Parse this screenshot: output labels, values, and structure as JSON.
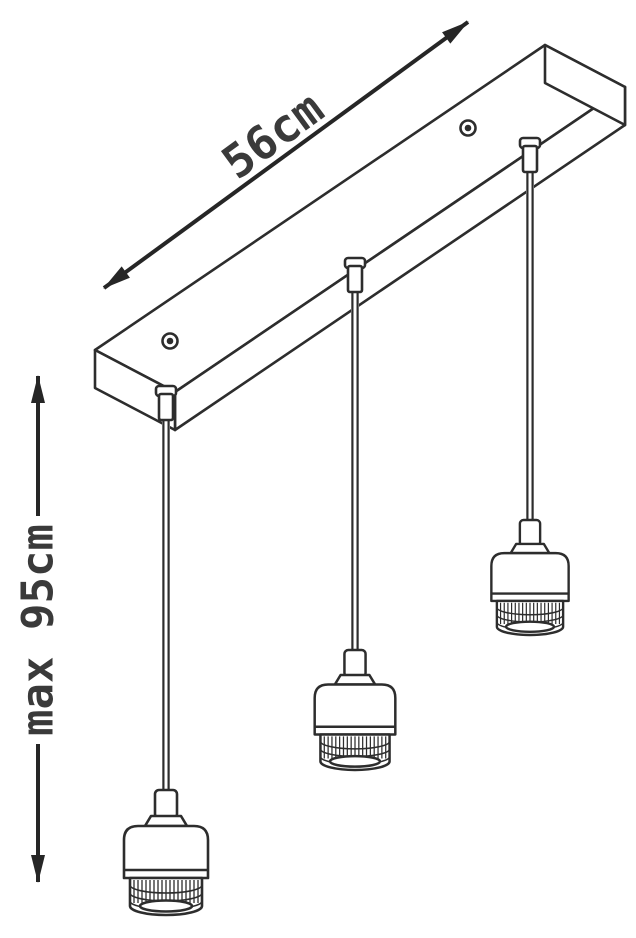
{
  "diagram": {
    "type": "technical-dimension-drawing",
    "subject": "three-pendant ceiling lamp with mounting rail",
    "pendant_count": 3,
    "dimension_labels": {
      "rail_length": "56cm",
      "max_drop": "max 95cm"
    },
    "colors": {
      "background": "#ffffff",
      "line": "#2d2d2d",
      "dimension": "#262626",
      "text": "#3a3a3a"
    }
  }
}
